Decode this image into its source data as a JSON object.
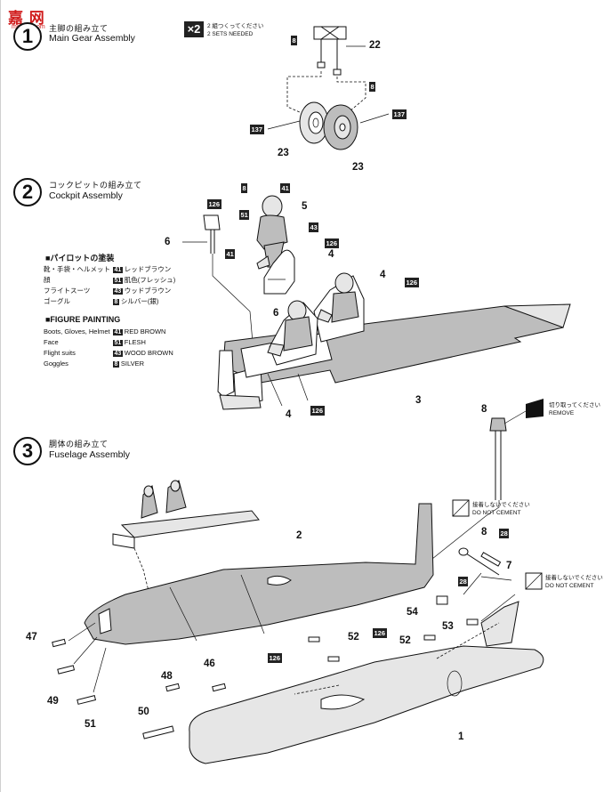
{
  "logo": {
    "text": "嘉 网",
    "url": "moxing.com"
  },
  "notes": {
    "x2_badge": "×2",
    "x2_line1": "2 組つくってください",
    "x2_line2": "2 SETS NEEDED",
    "remove_line1": "切り取ってください",
    "remove_line2": "REMOVE",
    "dnc1_line1": "接着しないでください",
    "dnc1_line2": "DO NOT CEMENT",
    "dnc2_line1": "接着しないでください",
    "dnc2_line2": "DO NOT CEMENT"
  },
  "steps": [
    {
      "number": "1",
      "title_jp": "主脚の組み立て",
      "title_en": "Main Gear Assembly"
    },
    {
      "number": "2",
      "title_jp": "コックピットの組み立て",
      "title_en": "Cockpit Assembly"
    },
    {
      "number": "3",
      "title_jp": "胴体の組み立て",
      "title_en": "Fuselage Assembly"
    }
  ],
  "legend_jp": {
    "title": "■パイロットの塗装",
    "rows": [
      {
        "label": "靴・手袋・ヘルメット",
        "code": "41",
        "color": "レッドブラウン"
      },
      {
        "label": "顔",
        "code": "51",
        "color": "肌色(フレッシュ)"
      },
      {
        "label": "フライトスーツ",
        "code": "43",
        "color": "ウッドブラウン"
      },
      {
        "label": "ゴーグル",
        "code": "8",
        "color": "シルバー(銀)"
      }
    ]
  },
  "legend_en": {
    "title": "■FIGURE PAINTING",
    "rows": [
      {
        "label": "Boots, Gloves, Helmet",
        "code": "41",
        "color": "RED BROWN"
      },
      {
        "label": "Face",
        "code": "51",
        "color": "FLESH"
      },
      {
        "label": "Flight suits",
        "code": "43",
        "color": "WOOD BROWN"
      },
      {
        "label": "Goggles",
        "code": "8",
        "color": "SILVER"
      }
    ]
  },
  "part_numbers": {
    "p22": "22",
    "p23a": "23",
    "p23b": "23",
    "p6a": "6",
    "p5": "5",
    "p4a": "4",
    "p4b": "4",
    "p6b": "6",
    "p4c": "4",
    "p3": "3",
    "p8s": "8",
    "p2": "2",
    "p8r": "8",
    "p7": "7",
    "p47": "47",
    "p49": "49",
    "p51": "51",
    "p46": "46",
    "p48": "48",
    "p50": "50",
    "p52a": "52",
    "p52b": "52",
    "p53": "53",
    "p54": "54",
    "p1": "1"
  },
  "callouts": {
    "c8a": "8",
    "c8b": "8",
    "c137a": "137",
    "c137b": "137",
    "c126a": "126",
    "c8c": "8",
    "c41a": "41",
    "c51a": "51",
    "c43a": "43",
    "c41b": "41",
    "c126b": "126",
    "c126c": "126",
    "c126d": "126",
    "c28a": "28",
    "c28b": "28",
    "c126e": "126",
    "c126f": "126"
  }
}
